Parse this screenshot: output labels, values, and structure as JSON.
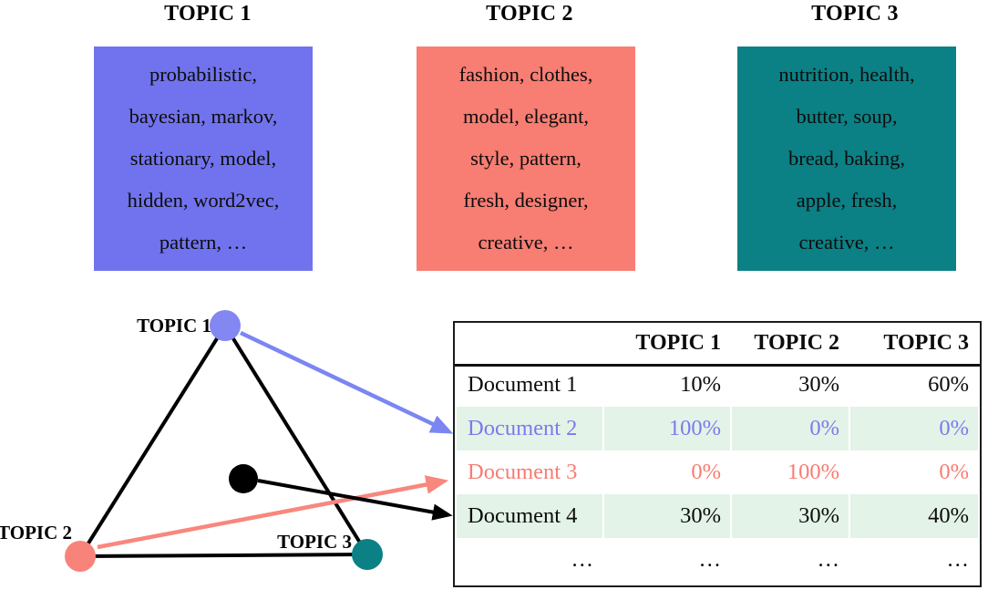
{
  "topics": [
    {
      "title": "TOPIC 1",
      "lines": [
        "probabilistic,",
        "bayesian, markov,",
        "stationary, model,",
        "hidden, word2vec,",
        "pattern, …"
      ]
    },
    {
      "title": "TOPIC 2",
      "lines": [
        "fashion, clothes,",
        "model, elegant,",
        "style, pattern,",
        "fresh, designer,",
        "creative, …"
      ]
    },
    {
      "title": "TOPIC 3",
      "lines": [
        "nutrition, health,",
        "butter, soup,",
        "bread, baking,",
        "apple, fresh,",
        "creative, …"
      ]
    }
  ],
  "diagram": {
    "node_labels": [
      "TOPIC 1",
      "TOPIC 2",
      "TOPIC 3"
    ]
  },
  "table": {
    "headers": [
      "",
      "TOPIC 1",
      "TOPIC 2",
      "TOPIC 3"
    ],
    "rows": [
      {
        "name": "Document 1",
        "values": [
          "10%",
          "30%",
          "60%"
        ]
      },
      {
        "name": "Document 2",
        "values": [
          "100%",
          "0%",
          "0%"
        ]
      },
      {
        "name": "Document 3",
        "values": [
          "0%",
          "100%",
          "0%"
        ]
      },
      {
        "name": "Document 4",
        "values": [
          "30%",
          "30%",
          "40%"
        ]
      },
      {
        "name": "…",
        "values": [
          "…",
          "…",
          "…"
        ]
      }
    ]
  },
  "colors": {
    "topic1": "#7173ee",
    "topic2": "#f87d72",
    "topic3": "#0b8186",
    "node1": "#8287f1",
    "node2": "#f8837a",
    "node3": "#0b8186",
    "arrow_blue": "#7b86f3",
    "arrow_red": "#f8877d",
    "row_highlight": "#e3f3e7",
    "doc2_text": "#7b7bec",
    "doc3_text": "#f87c72"
  }
}
